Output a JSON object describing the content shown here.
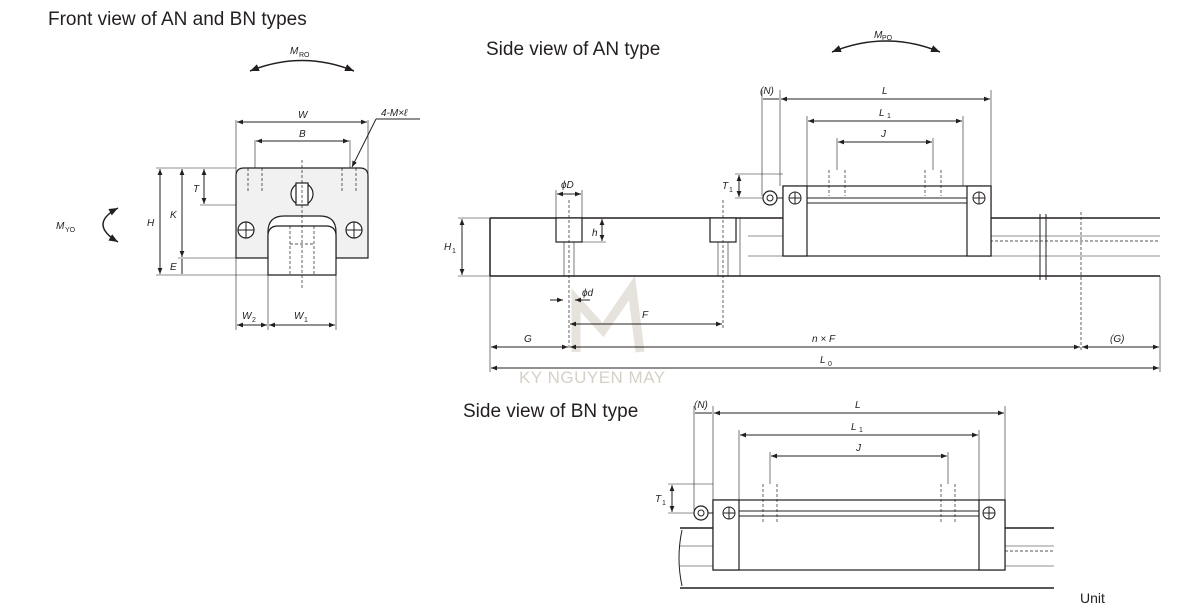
{
  "titles": {
    "front_view": "Front view of AN and BN types",
    "side_an": "Side view of AN type",
    "side_bn": "Side view of BN type"
  },
  "front_labels": {
    "m_ro": "M",
    "m_ro_sub": "RO",
    "m_yo": "M",
    "m_yo_sub": "YO",
    "w": "W",
    "b": "B",
    "mounting": "4-M×ℓ",
    "t": "T",
    "h": "H",
    "k": "K",
    "e": "E",
    "w2": "W",
    "w2_sub": "2",
    "w1": "W",
    "w1_sub": "1"
  },
  "side_an_labels": {
    "m_po": "M",
    "m_po_sub": "PO",
    "n": "(N)",
    "l": "L",
    "l1": "L",
    "l1_sub": "1",
    "j": "J",
    "t1": "T",
    "t1_sub": "1",
    "phi_d_big": "ϕD",
    "h_small": "h",
    "h1": "H",
    "h1_sub": "1",
    "phi_d_small": "ϕd",
    "f": "F",
    "g": "G",
    "nxf": "n × F",
    "g_paren": "(G)",
    "l0": "L",
    "l0_sub": "0"
  },
  "side_bn_labels": {
    "n": "(N)",
    "l": "L",
    "l1": "L",
    "l1_sub": "1",
    "j": "J",
    "t1": "T",
    "t1_sub": "1"
  },
  "watermark": "KY NGUYEN MAY",
  "corner_text": "Unit"
}
